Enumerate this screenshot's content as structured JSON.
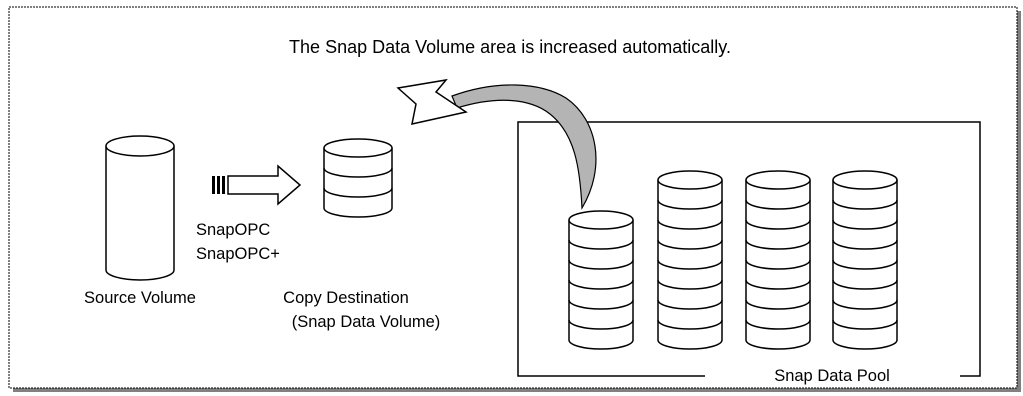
{
  "caption": "The Snap Data Volume area is increased automatically.",
  "source_volume": {
    "label": "Source Volume"
  },
  "copy_methods": {
    "primary": "SnapOPC",
    "secondary": "SnapOPC+"
  },
  "copy_destination": {
    "label_line1": "Copy Destination",
    "label_line2": "(Snap Data Volume)"
  },
  "pool": {
    "label": "Snap Data Pool",
    "volume_segment_counts": [
      6,
      8,
      8,
      8
    ]
  },
  "colors": {
    "line": "#000000",
    "background": "#ffffff",
    "arrow_fill": "#b4b4b4",
    "frame_shadow": "#808080"
  }
}
